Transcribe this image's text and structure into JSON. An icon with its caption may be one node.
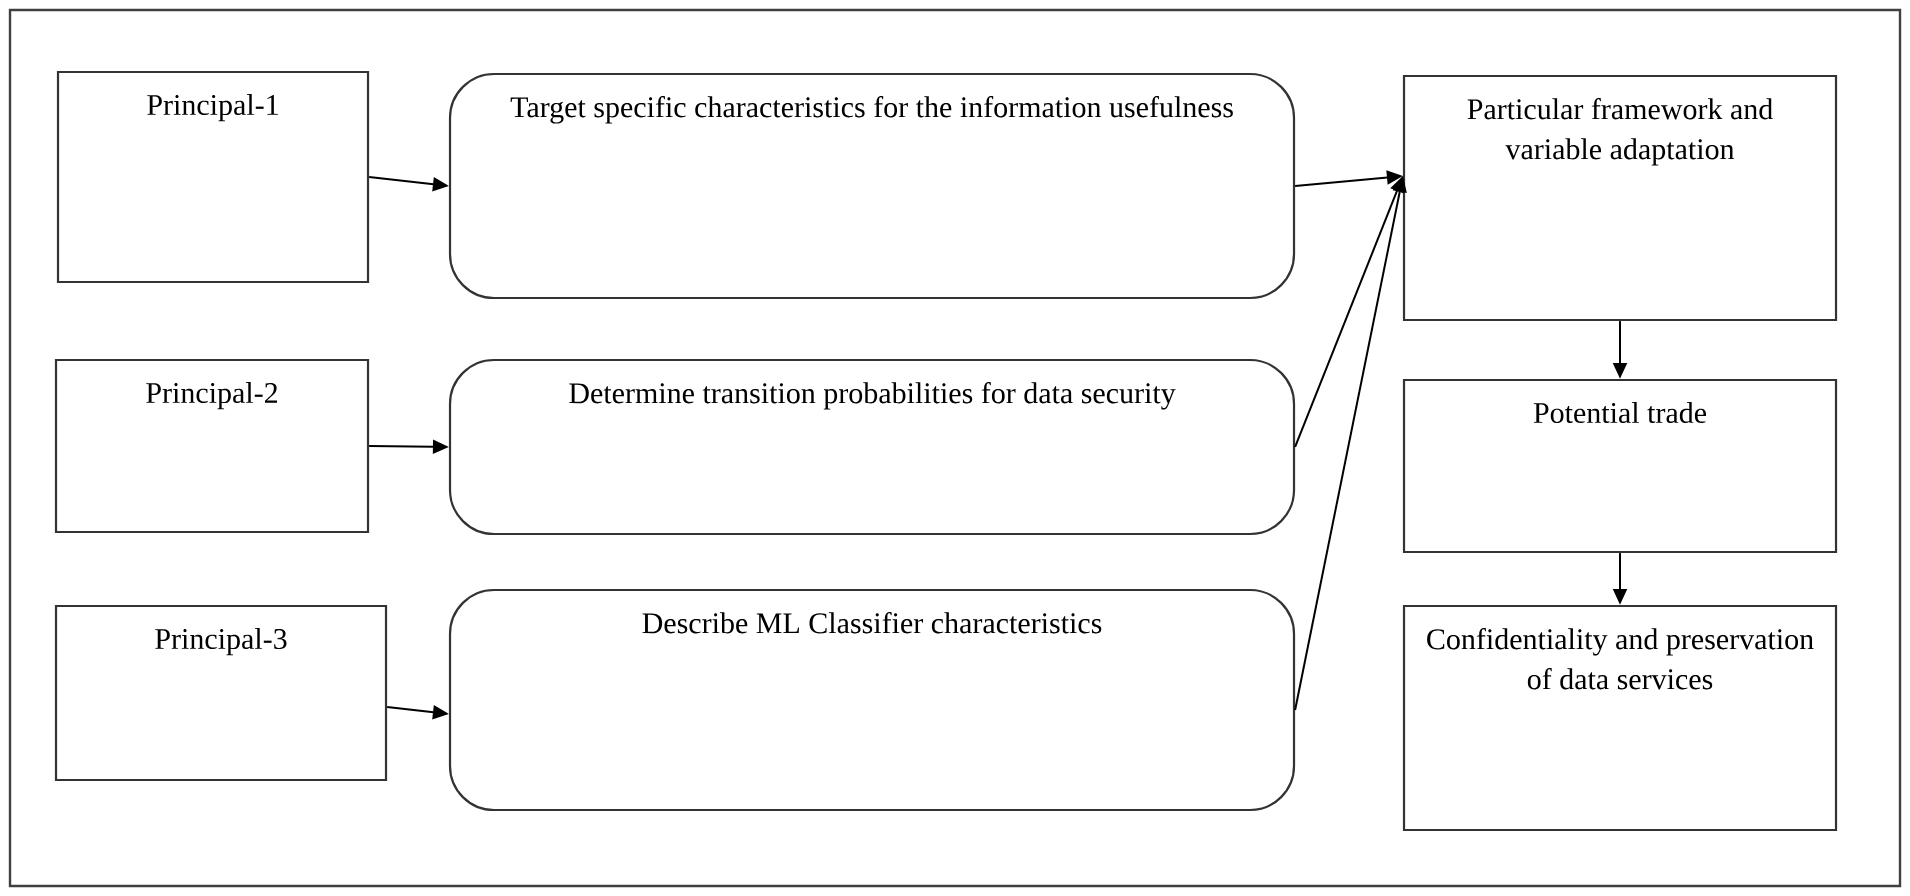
{
  "diagram": {
    "nodes": [
      {
        "text": [
          "Principal-1"
        ]
      },
      {
        "text": [
          "Target specific characteristics for the information usefulness"
        ]
      },
      {
        "text": [
          "Principal-2"
        ]
      },
      {
        "text": [
          "Determine transition probabilities for data security"
        ]
      },
      {
        "text": [
          "Principal-3"
        ]
      },
      {
        "text": [
          "Describe ML Classifier characteristics"
        ]
      },
      {
        "text": [
          "Particular framework and variable adaptation"
        ]
      },
      {
        "text": [
          "Potential trade"
        ]
      },
      {
        "text": [
          "Confidentiality and preservation of data services"
        ]
      }
    ],
    "edges": [
      {
        "from": 0,
        "to": 1,
        "arrow": "to"
      },
      {
        "from": 2,
        "to": 3,
        "arrow": "to"
      },
      {
        "from": 4,
        "to": 5,
        "arrow": "to"
      },
      {
        "from": 1,
        "to": 6,
        "arrow": "to"
      },
      {
        "from": 3,
        "to": 6,
        "arrow": "to"
      },
      {
        "from": 5,
        "to": 6,
        "arrow": "to"
      },
      {
        "from": 6,
        "to": 7,
        "arrow": "to"
      },
      {
        "from": 7,
        "to": 8,
        "arrow": "to"
      }
    ]
  }
}
